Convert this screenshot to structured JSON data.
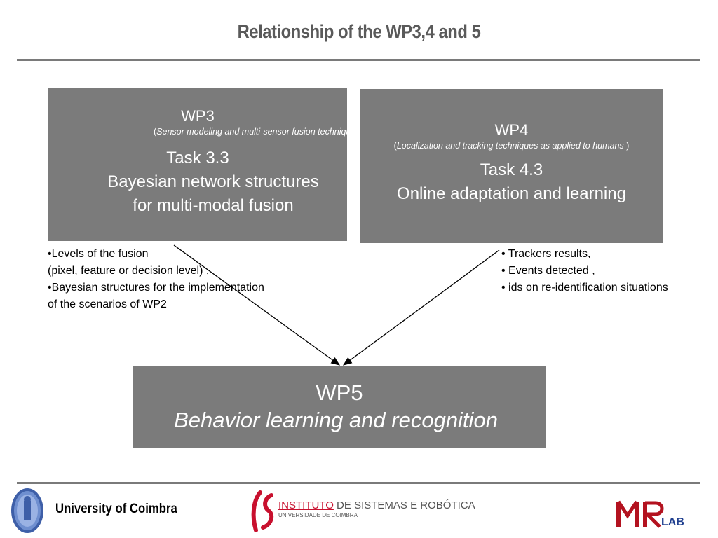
{
  "header": {
    "title": "Relationship of the WP3,4 and 5"
  },
  "wp3": {
    "title": "WP3",
    "subtitle": "Sensor modeling and multi-sensor fusion techniques",
    "task_label": "Task 3.3",
    "task_line1": "Bayesian network structures",
    "task_line2": "for multi-modal fusion"
  },
  "wp4": {
    "title": "WP4",
    "subtitle": "Localization and tracking techniques as applied to humans",
    "task_label": "Task 4.3",
    "task_line1": "Online adaptation and learning"
  },
  "wp3_notes": [
    "•Levels of the fusion",
    "(pixel, feature or decision level) ,",
    "•Bayesian structures for the implementation",
    "of the scenarios of WP2"
  ],
  "wp4_notes": [
    "• Trackers results,",
    "• Events detected ,",
    "• ids on re-identification situations"
  ],
  "wp5": {
    "title": "WP5",
    "task": "Behavior learning and recognition"
  },
  "footer": {
    "university": "University of Coimbra",
    "isr_institute": "INSTITUTO",
    "isr_name": " DE SISTEMAS E ROBÓTICA",
    "isr_univ": "UNIVERSIDADE DE COIMBRA",
    "isr_logo": "ISR",
    "mr_logo": "MR",
    "mr_lab": "LAB"
  },
  "colors": {
    "box": "#7b7b7b",
    "title": "#5a5a5a",
    "isr_red": "#c8102e",
    "mr_red": "#b3121f",
    "lab_blue": "#1f3f8f"
  }
}
